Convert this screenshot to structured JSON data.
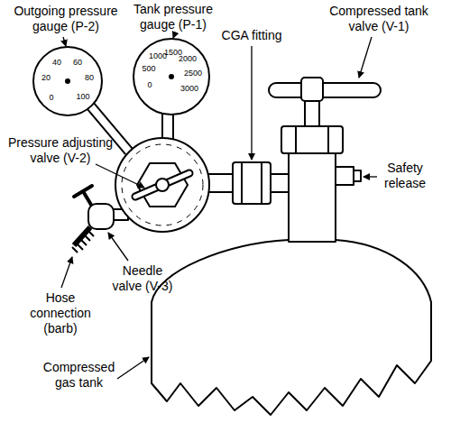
{
  "diagram": {
    "labels": [
      "Outgoing pressure gauge (P-2)",
      "Tank pressure gauge (P-1)",
      "CGA fitting",
      "Compressed tank valve (V-1)",
      "Safety release",
      "Pressure adjusting valve (V-2)",
      "Needle valve (V-3)",
      "Hose connection (barb)",
      "Compressed gas tank",
      "0",
      "20",
      "40",
      "60",
      "80",
      "100",
      "0",
      "500",
      "1000",
      "1500",
      "2000",
      "2500",
      "3000"
    ]
  }
}
